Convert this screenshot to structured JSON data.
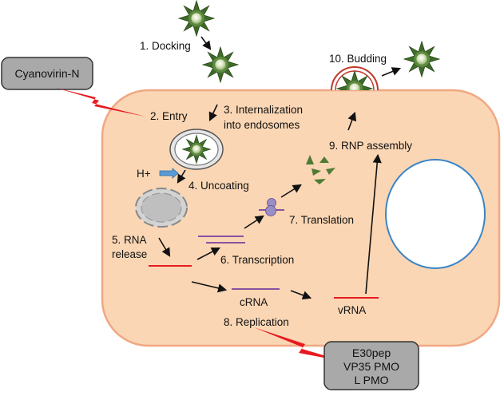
{
  "labels": {
    "docking": "1. Docking",
    "entry": "2. Entry",
    "internalization_1": "3. Internalization",
    "internalization_2": "into endosomes",
    "hplus": "H+",
    "uncoating": "4. Uncoating",
    "rna_release_1": "5. RNA",
    "rna_release_2": "release",
    "transcription": "6. Transcription",
    "translation": "7. Translation",
    "replication": "8. Replication",
    "rnp_assembly": "9. RNP assembly",
    "budding": "10. Budding",
    "crna": "cRNA",
    "vrna": "vRNA"
  },
  "inhibitors": {
    "entry_box": "Cyanovirin-N",
    "replication_box": [
      "E30pep",
      "VP35 PMO",
      "L PMO"
    ]
  },
  "colors": {
    "cell_fill": "#fad6b4",
    "cell_stroke": "#f0a882",
    "nucleus_stroke": "#3a85c6",
    "virion_fill": "#3e6b2a",
    "vrna": "#e8191f",
    "mrna": "#7b3f9e",
    "bolt": "#e8191f",
    "box_fill": "#a9a9a9"
  }
}
